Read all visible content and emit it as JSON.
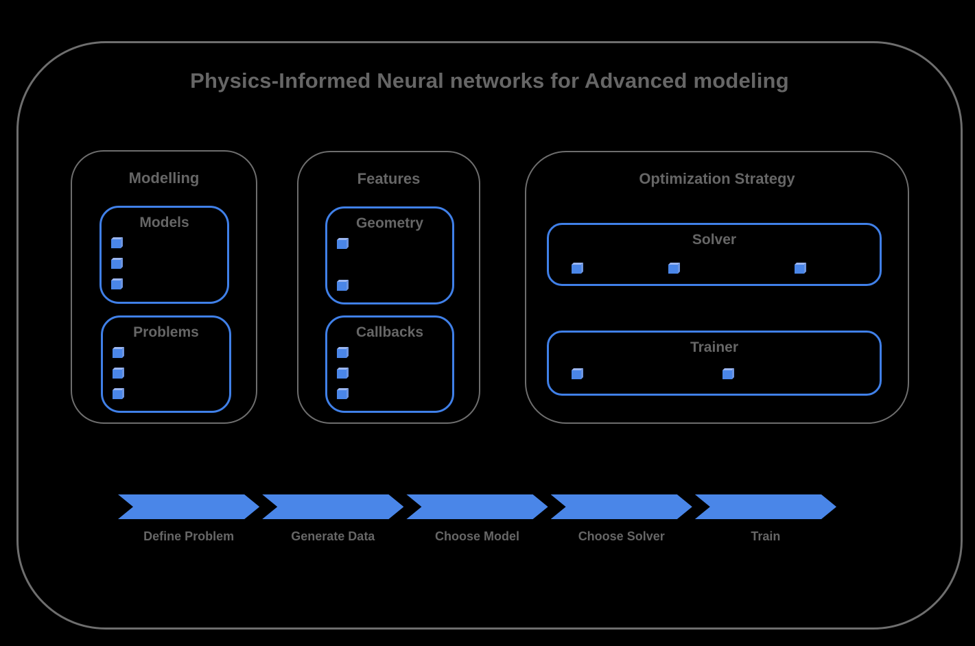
{
  "title": "Physics-Informed Neural networks for Advanced modeling",
  "sections": [
    {
      "title": "Modelling",
      "boxes": [
        {
          "title": "Models",
          "bullet_icon": "cube-icon",
          "bullet_count": 3
        },
        {
          "title": "Problems",
          "bullet_icon": "cube-icon",
          "bullet_count": 3
        }
      ]
    },
    {
      "title": "Features",
      "boxes": [
        {
          "title": "Geometry",
          "bullet_icon": "cube-icon",
          "bullet_count": 2
        },
        {
          "title": "Callbacks",
          "bullet_icon": "cube-icon",
          "bullet_count": 3
        }
      ]
    },
    {
      "title": "Optimization Strategy",
      "boxes": [
        {
          "title": "Solver",
          "bullet_icon": "cube-icon",
          "bullet_count": 3
        },
        {
          "title": "Trainer",
          "bullet_icon": "cube-icon",
          "bullet_count": 2
        }
      ]
    }
  ],
  "pipeline": {
    "steps": [
      {
        "label": "Define Problem"
      },
      {
        "label": "Generate Data"
      },
      {
        "label": "Choose Model"
      },
      {
        "label": "Choose Solver"
      },
      {
        "label": "Train"
      }
    ]
  },
  "colors": {
    "accent_blue": "#4a86e8",
    "box_border_blue": "#4080e8",
    "outline_gray": "#6e6e6e",
    "text_gray": "#666666",
    "background": "#000000"
  }
}
